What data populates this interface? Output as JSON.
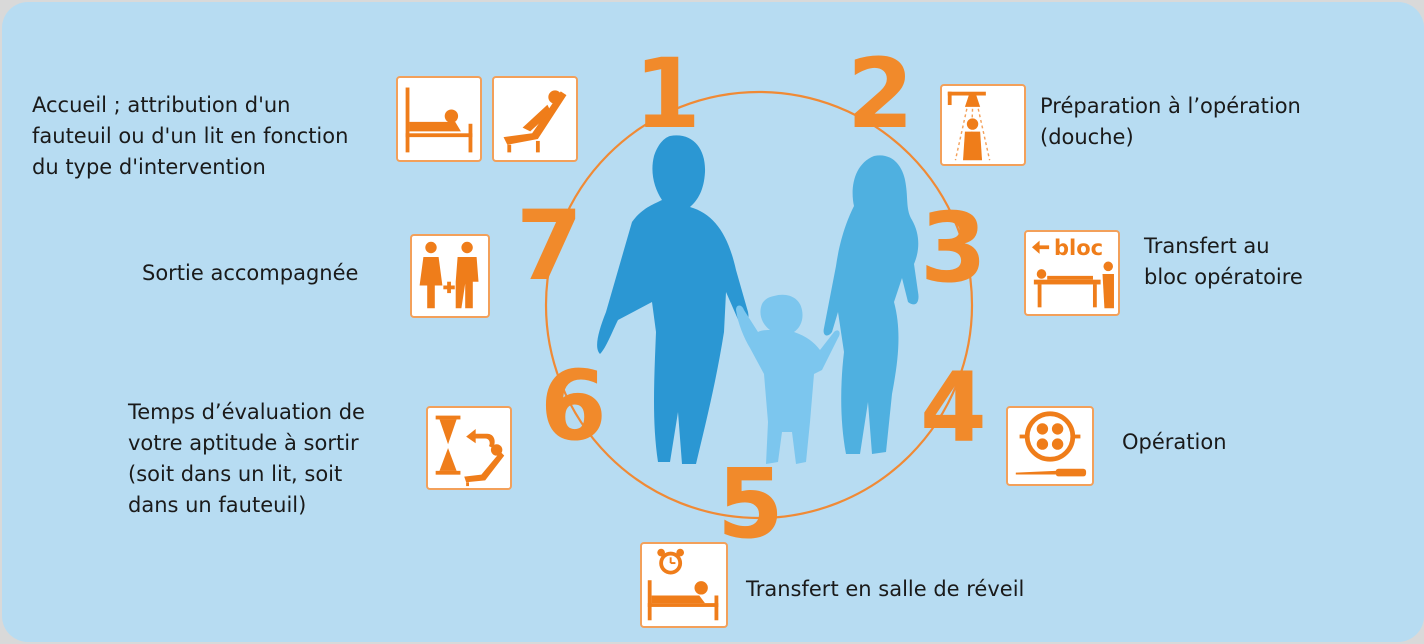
{
  "steps": [
    {
      "number": "1",
      "text": "Accueil ; attribution d'un\nfauteuil ou d'un lit en fonction\ndu type d'intervention",
      "icons": [
        "bed-patient-icon",
        "reclining-chair-icon"
      ]
    },
    {
      "number": "2",
      "text": "Préparation à l’opération\n(douche)",
      "icons": [
        "shower-icon"
      ]
    },
    {
      "number": "3",
      "text": "Transfert au\nbloc opératoire",
      "icons": [
        "stretcher-transfer-icon"
      ],
      "icon_label": "bloc"
    },
    {
      "number": "4",
      "text": "Opération",
      "icons": [
        "surgical-lamp-scalpel-icon"
      ]
    },
    {
      "number": "5",
      "text": "Transfert en salle de réveil",
      "icons": [
        "alarm-clock-bed-icon"
      ]
    },
    {
      "number": "6",
      "text": "Temps d’évaluation de\nvotre aptitude à sortir\n(soit dans un lit, soit\ndans un fauteuil)",
      "icons": [
        "hourglass-chair-icon"
      ]
    },
    {
      "number": "7",
      "text": "Sortie accompagnée",
      "icons": [
        "accompanied-exit-icon"
      ]
    }
  ],
  "colors": {
    "background": "#b7dcf2",
    "accent": "#f18a2b",
    "man": "#2b97d3",
    "woman": "#4fb0e0",
    "child": "#7cc6ee",
    "circle": "#f08a35"
  }
}
